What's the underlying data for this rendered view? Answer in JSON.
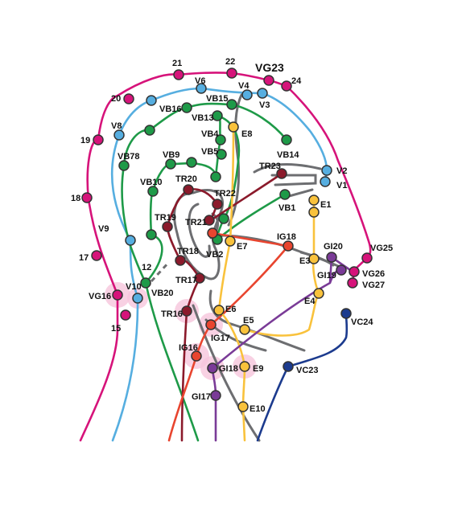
{
  "colors": {
    "magenta": "#d6137a",
    "blue": "#56aee0",
    "green": "#1e9a48",
    "darkred": "#8b1a2b",
    "red": "#e8452f",
    "yellow": "#f9c23c",
    "purple": "#7a3b97",
    "navy": "#1c3b8e",
    "gray": "#6d6e71",
    "glow": "#f6c6dc"
  },
  "labels": {
    "vg23": "VG23",
    "p21": "21",
    "p22": "22",
    "p24": "24",
    "p20": "20",
    "p19": "19",
    "p18": "18",
    "p17": "17",
    "p15": "15",
    "p12": "12",
    "vg16": "VG16",
    "vg25": "VG25",
    "vg26": "VG26",
    "vg27": "VG27",
    "v1": "V1",
    "v2": "V2",
    "v3": "V3",
    "v4": "V4",
    "v6": "V6",
    "v8": "V8",
    "v9": "V9",
    "v10": "V10",
    "vb1": "VB1",
    "vb2": "VB2",
    "vb4": "VB4",
    "vb5": "VB5",
    "vb9": "VB9",
    "vb10": "VB10",
    "vb13": "VB13",
    "vb14": "VB14",
    "vb15": "VB15",
    "vb16": "VB16",
    "vb18": "VB78",
    "vb20": "VB20",
    "tr16": "TR16",
    "tr17": "TR17",
    "tr18": "TR18",
    "tr19": "TR19",
    "tr20": "TR20",
    "tr21": "TR21",
    "tr22": "TR22",
    "tr23": "TR23",
    "e1": "E1",
    "e3": "E3",
    "e4": "E4",
    "e5": "E5",
    "e6": "E6",
    "e7": "E7",
    "e8": "E8",
    "e9": "E9",
    "e10": "E10",
    "ig16": "IG16",
    "ig17": "IG17",
    "ig18": "IG18",
    "gi17": "GI17",
    "gi18": "GI18",
    "gi19": "GI19",
    "gi20": "GI20",
    "vc23": "VC23",
    "vc24": "VC24"
  }
}
